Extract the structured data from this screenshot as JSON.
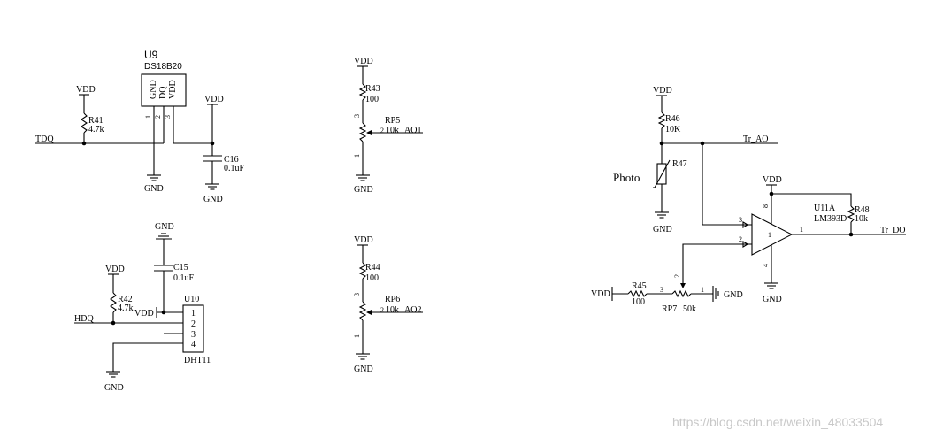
{
  "u9": {
    "ref": "U9",
    "part": "DS18B20",
    "pins": [
      "GND",
      "DQ",
      "VDD"
    ],
    "pin_numbers": [
      "1",
      "2",
      "3"
    ],
    "vdd": "VDD",
    "gnd": "GND",
    "net": "TDQ",
    "r41": {
      "ref": "R41",
      "value": "4.7k",
      "vdd": "VDD"
    },
    "c16": {
      "ref": "C16",
      "value": "0.1uF",
      "vdd": "VDD",
      "gnd": "GND"
    }
  },
  "u10": {
    "ref": "U10",
    "part": "DHT11",
    "pins": [
      "1",
      "2",
      "3",
      "4"
    ],
    "vdd": "VDD",
    "gnd": "GND",
    "net": "HDQ",
    "r42": {
      "ref": "R42",
      "value": "4.7k",
      "vdd": "VDD"
    },
    "c15": {
      "ref": "C15",
      "value": "0.1uF",
      "gnd": "GND"
    }
  },
  "rp5": {
    "vdd": "VDD",
    "resistor": {
      "ref": "R43",
      "value": "100"
    },
    "pot": {
      "ref": "RP5",
      "value": "10k",
      "net": "AO1"
    },
    "pins": [
      "3",
      "2",
      "1"
    ],
    "gnd": "GND"
  },
  "rp6": {
    "vdd": "VDD",
    "resistor": {
      "ref": "R44",
      "value": "100"
    },
    "pot": {
      "ref": "RP6",
      "value": "10k",
      "net": "AO2"
    },
    "pins": [
      "3",
      "2",
      "1"
    ],
    "gnd": "GND"
  },
  "photo": {
    "label": "Photo",
    "vdd": "VDD",
    "r46": {
      "ref": "R46",
      "value": "10K"
    },
    "r47": {
      "ref": "R47"
    },
    "gnd": "GND",
    "net_ao": "Tr_AO"
  },
  "comparator": {
    "ref": "U11A",
    "part": "LM393D",
    "vdd": "VDD",
    "gnd": "GND",
    "pins": {
      "pos": "3",
      "neg": "2",
      "out": "1",
      "vcc": "8",
      "gnd": "4"
    },
    "r48": {
      "ref": "R48",
      "value": "10k"
    },
    "net_do": "Tr_DO",
    "r45": {
      "ref": "R45",
      "value": "100",
      "vdd": "VDD"
    },
    "rp7": {
      "ref": "RP7",
      "value": "50k",
      "pins": [
        "3",
        "2",
        "1"
      ],
      "gnd": "GND"
    }
  },
  "watermark": "https://blog.csdn.net/weixin_48033504"
}
